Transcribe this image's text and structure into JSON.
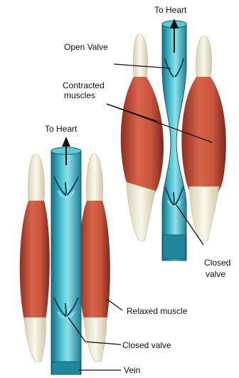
{
  "labels": {
    "to_heart_top": "To Heart",
    "open_valve": "Open Valve",
    "contracted_line1": "Contracted",
    "contracted_line2": "muscles",
    "to_heart_left": "To Heart",
    "closed_valve_right_line1": "Closed",
    "closed_valve_right_line2": "valve",
    "relaxed_muscle": "Relaxed muscle",
    "closed_valve_bottom": "Closed valve",
    "vein": "Vein"
  },
  "colors": {
    "vein": "#2aa3b8",
    "vein_dark": "#176f82",
    "vein_light": "#8fe0ea",
    "muscle": "#c9553d",
    "muscle_dark": "#8e2f22",
    "tendon": "#f1ecd6",
    "line": "#111111"
  }
}
